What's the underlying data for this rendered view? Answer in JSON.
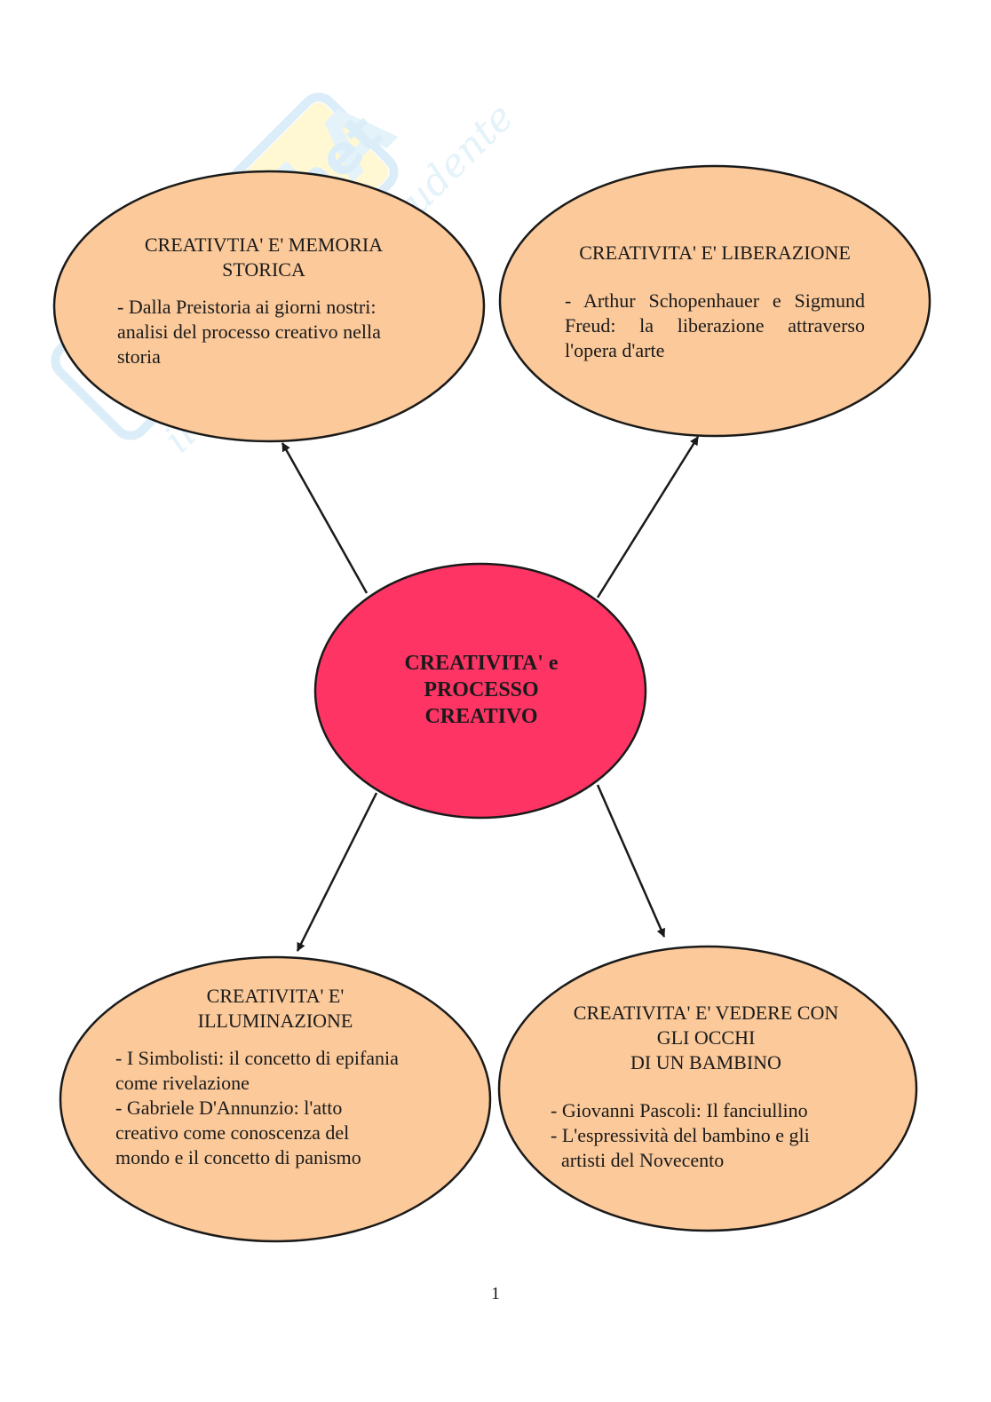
{
  "colors": {
    "node_fill": "#fbc99a",
    "center_fill": "#fd3464",
    "stroke": "#1a1a1a",
    "watermark": "#bfe0f5"
  },
  "watermark": {
    "brand": "Skuola.net",
    "tagline": "il portale dello studente"
  },
  "center": {
    "title": "CREATIVITA' e PROCESSO CREATIVO"
  },
  "nodes": [
    {
      "id": "memoria",
      "title": "CREATIVTIA' E' MEMORIA STORICA",
      "lines": [
        "- Dalla Preistoria ai giorni nostri: analisi del processo creativo nella storia"
      ]
    },
    {
      "id": "liberazione",
      "title": "CREATIVITA' E' LIBERAZIONE",
      "lines": [
        "- Arthur Schopenhauer e Sigmund Freud: la liberazione attraverso l'opera d'arte"
      ]
    },
    {
      "id": "illuminazione",
      "title": "CREATIVITA' E' ILLUMINAZIONE",
      "lines": [
        "- I Simbolisti: il concetto di epifania come rivelazione",
        "- Gabriele D'Annunzio: l'atto creativo come conoscenza del mondo e il concetto di panismo"
      ]
    },
    {
      "id": "bambino",
      "title_lines": [
        "CREATIVITA' E' VEDERE CON GLI OCCHI",
        "DI UN BAMBINO"
      ],
      "lines": [
        "- Giovanni Pascoli: Il fanciullino",
        "- L'espressività del bambino e gli artisti del Novecento"
      ]
    }
  ],
  "page_number": "1"
}
